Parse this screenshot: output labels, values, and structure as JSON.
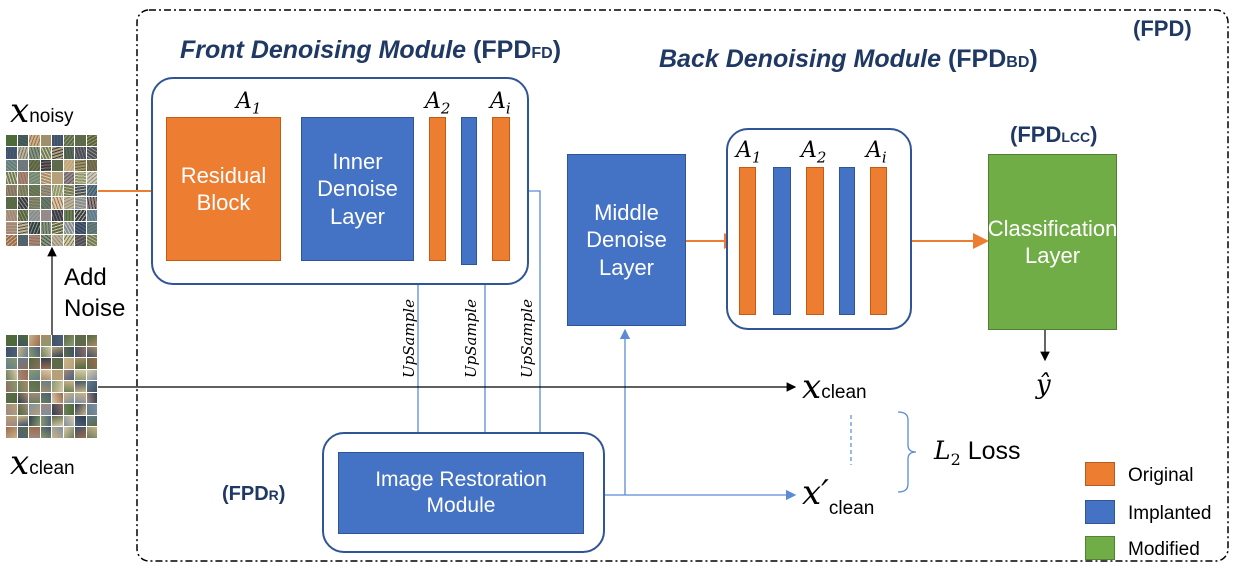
{
  "fpd_tag": "(FPD)",
  "front_module": {
    "title": "Front Denoising Module",
    "abbr": "(FPD",
    "sub": "FD",
    "close": ")"
  },
  "back_module": {
    "title": "Back Denoising Module",
    "abbr": "(FPD",
    "sub": "BD",
    "close": ")"
  },
  "lcc_tag": {
    "abbr": "(FPD",
    "sub": "LCC",
    "close": ")"
  },
  "r_tag": {
    "abbr": "(FPD",
    "sub": "R",
    "close": ")"
  },
  "inputs": {
    "noisy": {
      "symbol": "x",
      "sub": "noisy"
    },
    "clean": {
      "symbol": "x",
      "sub": "clean"
    },
    "add_noise": [
      "Add",
      "Noise"
    ]
  },
  "blocks": {
    "residual": [
      "Residual",
      "Block"
    ],
    "inner": [
      "Inner",
      "Denoise",
      "Layer"
    ],
    "middle": [
      "Middle",
      "Denoise",
      "Layer"
    ],
    "classification": [
      "Classification",
      "Layer"
    ],
    "restoration": [
      "Image Restoration",
      "Module"
    ]
  },
  "activations": {
    "a1": {
      "sym": "A",
      "sub": "1"
    },
    "a2": {
      "sym": "A",
      "sub": "2"
    },
    "ai": {
      "sym": "A",
      "sub": "i"
    }
  },
  "upsample_label": "UpSample",
  "outputs": {
    "y_hat": "ŷ",
    "x_clean": {
      "symbol": "x",
      "sub": "clean"
    },
    "x_prime_clean": {
      "symbol": "x′",
      "sub": "clean"
    }
  },
  "loss": {
    "sym": "L",
    "sub": "2",
    "text": "Loss"
  },
  "legend": [
    {
      "label": "Original",
      "color": "#ed7d31"
    },
    {
      "label": "Implanted",
      "color": "#4472c4"
    },
    {
      "label": "Modified",
      "color": "#70ad47"
    }
  ],
  "colors": {
    "orange": "#ed7d31",
    "blue": "#4472c4",
    "green": "#70ad47",
    "title": "#1f3864",
    "arrow_blue": "#5b8bd6"
  }
}
